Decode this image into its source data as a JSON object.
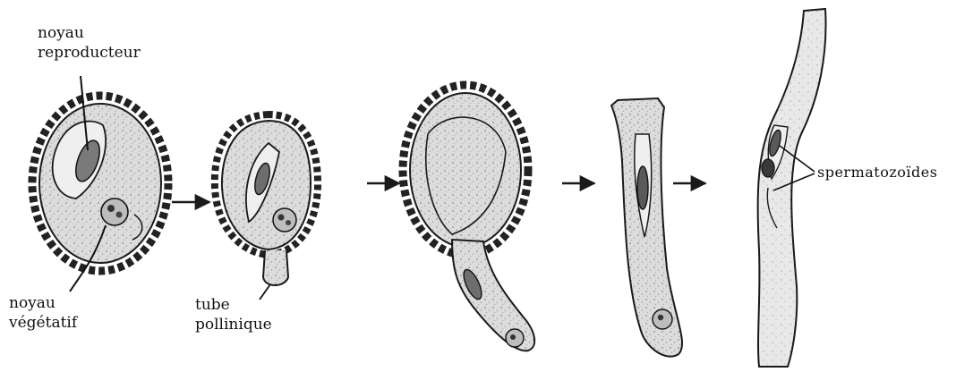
{
  "labels": {
    "repro": [
      "noyau",
      "reproducteur"
    ],
    "veget": [
      "noyau",
      "végétatif"
    ],
    "tube": [
      "tube",
      "pollinique"
    ],
    "sperm": "spermatozoïdes"
  },
  "stage_count": 5,
  "arrow_count": 4,
  "colors": {
    "ink": "#1a1a1a",
    "cytoplasm": "#d9d9d9",
    "exine": "#f2f2f2",
    "nucleus": "#555555"
  }
}
